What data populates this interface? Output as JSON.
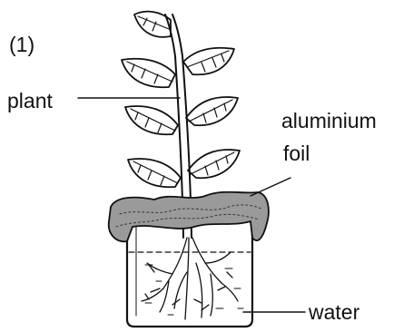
{
  "diagram": {
    "number_label": "(1)",
    "labels": {
      "plant": "plant",
      "foil_line1": "aluminium",
      "foil_line2": "foil",
      "water": "water"
    }
  },
  "colors": {
    "ink": "#111111",
    "background": "#ffffff"
  }
}
